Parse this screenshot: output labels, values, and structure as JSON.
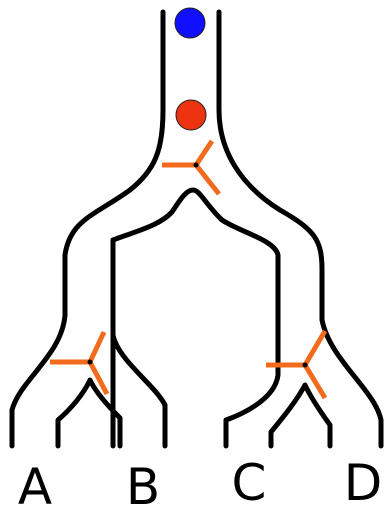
{
  "outlets": [
    {
      "id": "A",
      "label": "A"
    },
    {
      "id": "B",
      "label": "B"
    },
    {
      "id": "C",
      "label": "C"
    },
    {
      "id": "D",
      "label": "D"
    }
  ],
  "balls": [
    {
      "name": "blue-ball",
      "color": "#1010ff"
    },
    {
      "name": "red-ball",
      "color": "#ee3311"
    }
  ],
  "colors": {
    "walls": "#000000",
    "valves": "#f26a1b",
    "background": "#ffffff"
  }
}
